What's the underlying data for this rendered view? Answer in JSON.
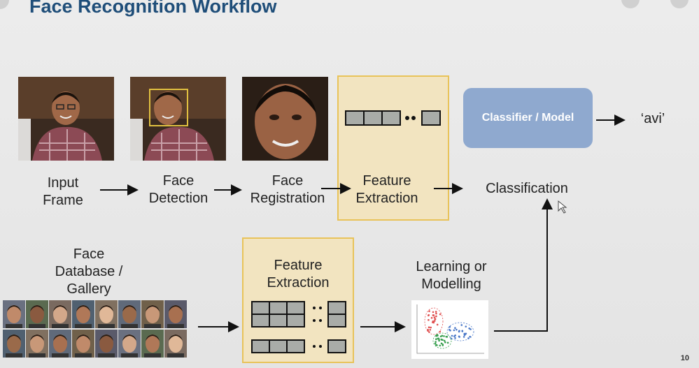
{
  "title": "Face Recognition Workflow",
  "steps": {
    "input_frame": [
      "Input",
      "Frame"
    ],
    "face_detection": [
      "Face",
      "Detection"
    ],
    "face_registration": [
      "Face",
      "Registration"
    ],
    "feature_extraction": [
      "Feature",
      "Extraction"
    ],
    "classification": "Classification"
  },
  "classifier": {
    "label": "Classifier / Model",
    "output": "‘avi’"
  },
  "bottom": {
    "gallery": [
      "Face",
      "Database /",
      "Gallery"
    ],
    "feature_extraction": [
      "Feature",
      "Extraction"
    ],
    "learning": [
      "Learning or",
      "Modelling"
    ]
  },
  "page_number": "10",
  "colors": {
    "title": "#1f4e79",
    "highlight_box": "#f2e4c0",
    "highlight_border": "#e8c35a",
    "classifier": "#8fa9cf",
    "feature_cell": "#a9aca8"
  }
}
